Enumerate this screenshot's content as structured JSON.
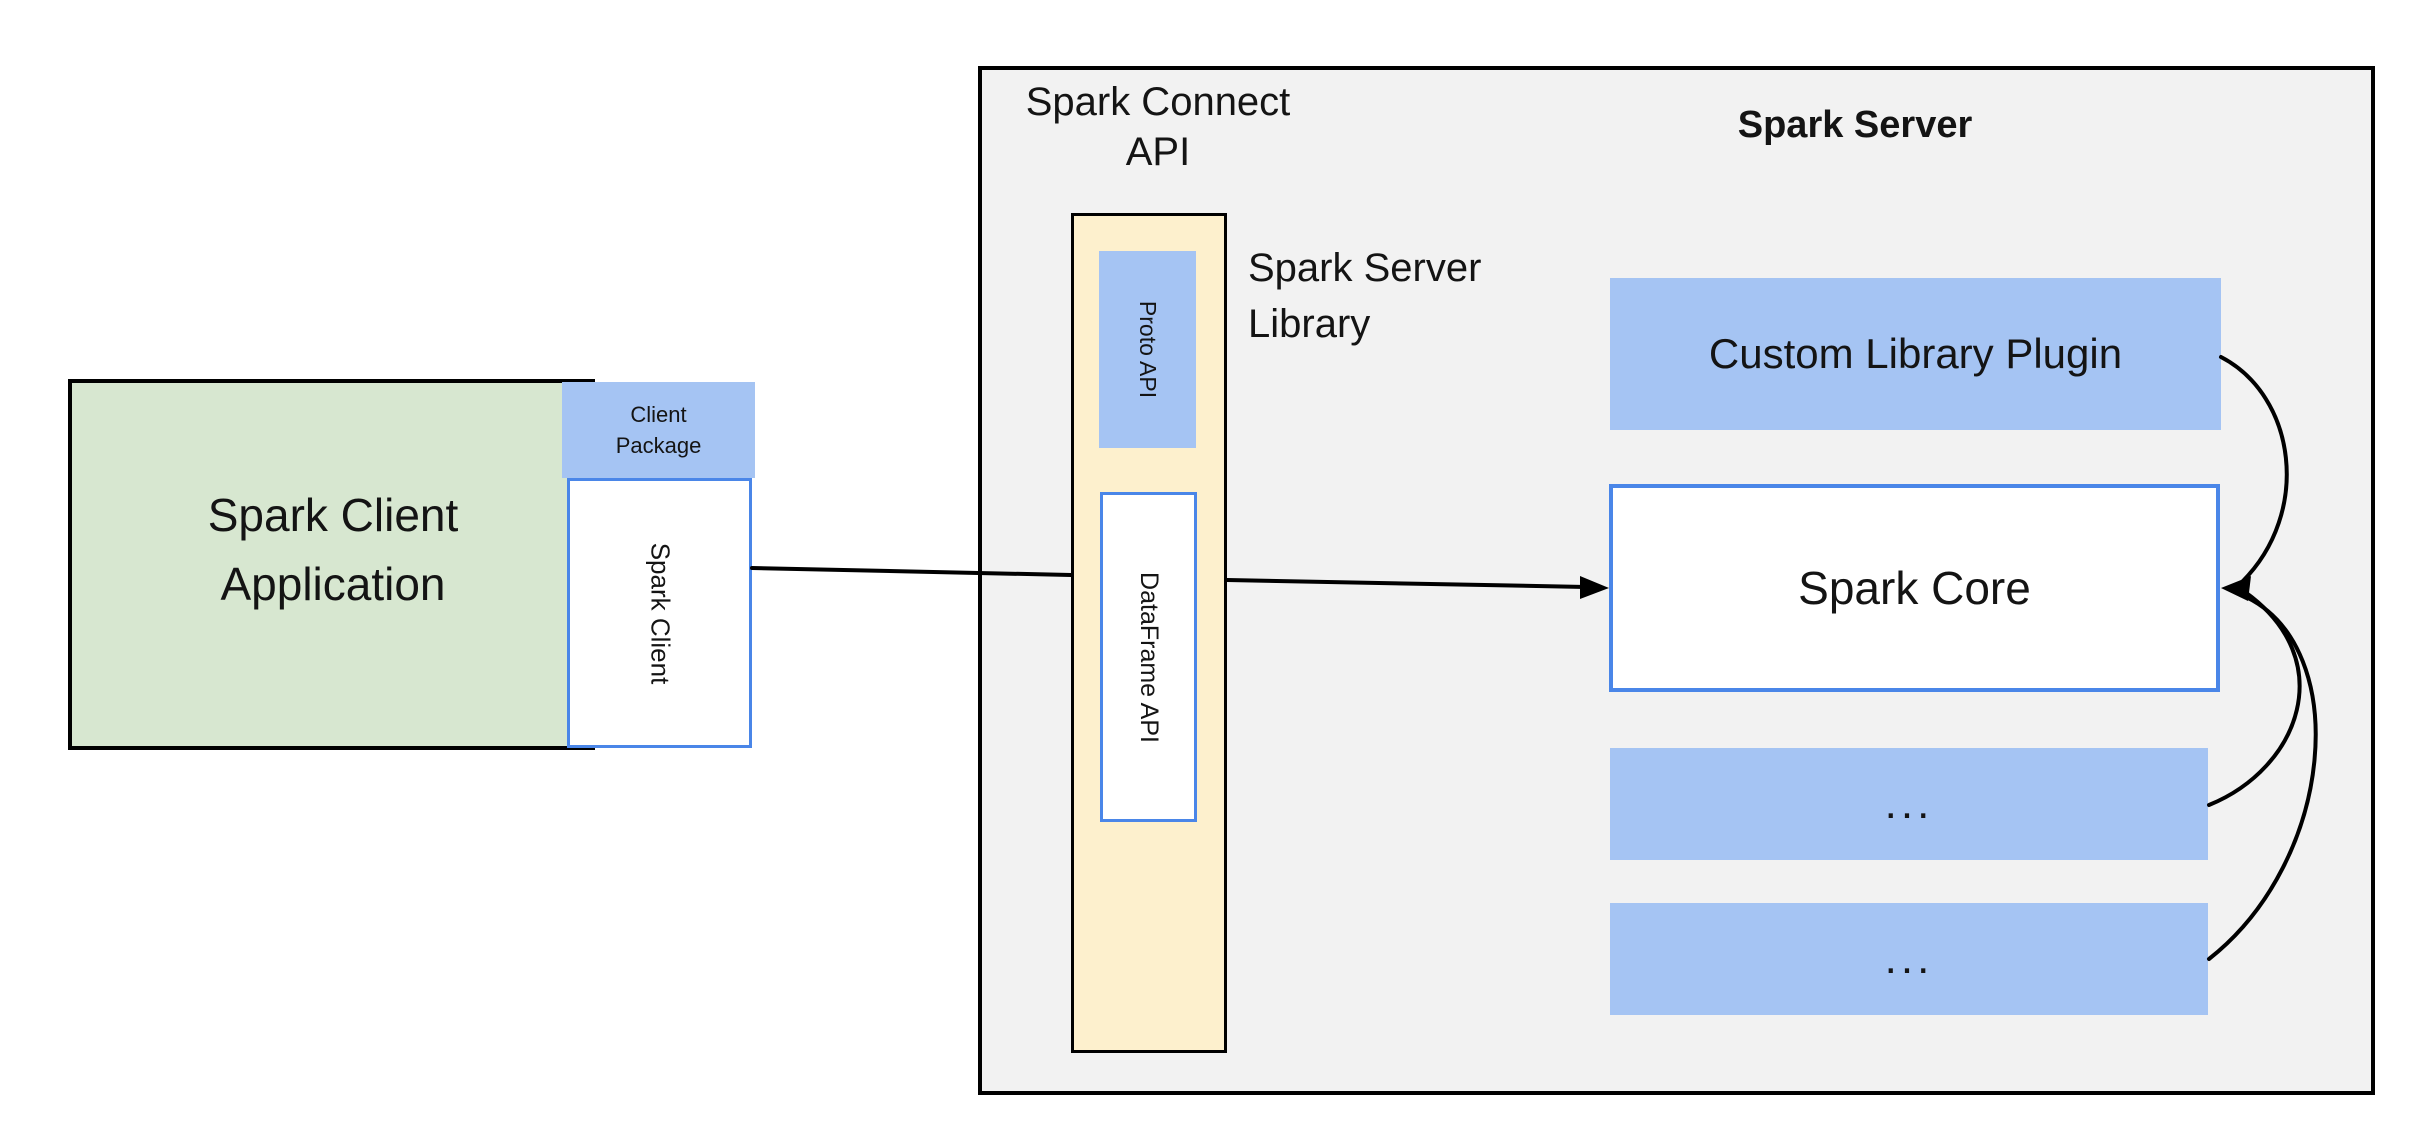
{
  "colors": {
    "background": "#ffffff",
    "green_fill": "#d7e7d0",
    "blue_fill": "#a5c4f3",
    "cream_fill": "#fdf0cd",
    "gray_fill": "#f2f2f2",
    "blue_border": "#4a86e8",
    "line_black": "#000000",
    "text_black": "#141414"
  },
  "client": {
    "app_line1": "Spark Client",
    "app_line2": "Application",
    "package_line1": "Client",
    "package_line2": "Package",
    "client_label": "Spark Client"
  },
  "connect": {
    "api_line1": "Spark Connect",
    "api_line2": "API",
    "proto_label": "Proto API",
    "dataframe_label": "DataFrame API",
    "library_line1": "Spark Server",
    "library_line2": "Library"
  },
  "server": {
    "title": "Spark Server",
    "plugin_label": "Custom Library Plugin",
    "core_label": "Spark Core",
    "dots1_label": "...",
    "dots2_label": "..."
  }
}
